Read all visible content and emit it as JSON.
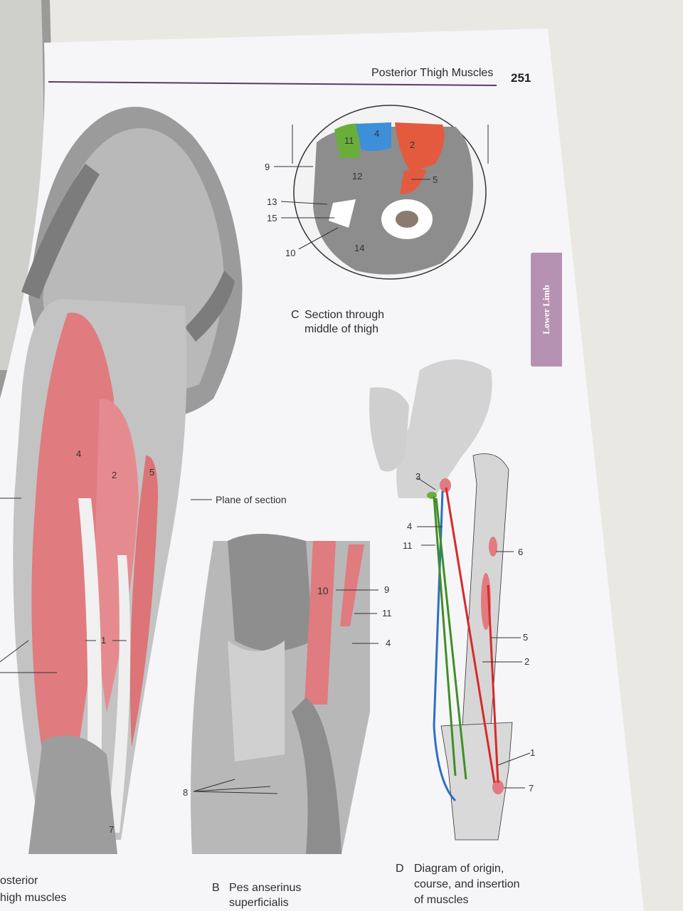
{
  "header": {
    "title": "Posterior Thigh Muscles",
    "page_number": "251"
  },
  "side_tab": {
    "label": "Lower Limb"
  },
  "figure_a": {
    "caption_line1": "osterior",
    "caption_line2": "high muscles",
    "labels": {
      "l4": "4",
      "l2": "2",
      "l5": "5",
      "l1": "1",
      "l7": "7"
    },
    "plane_label": "Plane of section"
  },
  "figure_b": {
    "caption_letter": "B",
    "caption_line1": "Pes anserinus",
    "caption_line2": "superficialis",
    "labels": {
      "l10": "10",
      "l9": "9",
      "l11": "11",
      "l4": "4",
      "l8": "8"
    }
  },
  "figure_c": {
    "caption_letter": "C",
    "caption_line1": "Section through",
    "caption_line2": "middle of thigh",
    "labels": {
      "l11": "11",
      "l4": "4",
      "l2": "2",
      "l9": "9",
      "l12": "12",
      "l5": "5",
      "l13": "13",
      "l15": "15",
      "l10": "10",
      "l14": "14"
    }
  },
  "figure_d": {
    "caption_letter": "D",
    "caption_line1": "Diagram of origin,",
    "caption_line2": "course, and insertion",
    "caption_line3": "of muscles",
    "labels": {
      "l3": "3",
      "l4": "4",
      "l11": "11",
      "l6": "6",
      "l5": "5",
      "l2": "2",
      "l1": "1",
      "l7": "7"
    }
  },
  "colors": {
    "muscle_red": "#e07b80",
    "sartorius_green": "#6aae3a",
    "gracilis_blue": "#3d8fd8",
    "biceps_orange": "#e45a3f",
    "line_red": "#d9282a",
    "line_green": "#3f8f26",
    "line_blue": "#2d6fc4",
    "tab_purple": "#b592b2"
  }
}
